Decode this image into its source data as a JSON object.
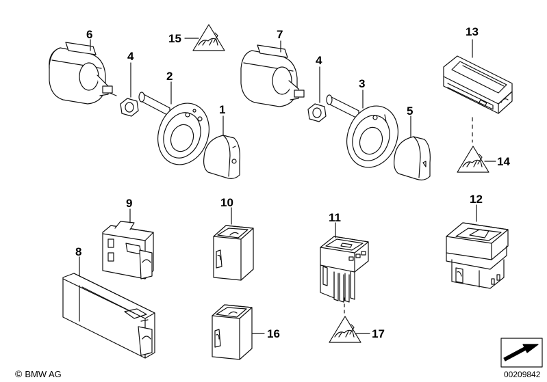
{
  "callouts": [
    "1",
    "2",
    "3",
    "4",
    "4",
    "5",
    "6",
    "7",
    "8",
    "9",
    "10",
    "11",
    "12",
    "13",
    "14",
    "15",
    "16",
    "17"
  ],
  "footer": {
    "copyright_symbol": "©",
    "brand": "BMW AG",
    "document_number": "00209842"
  },
  "icons": [
    "warning-triangle-icon",
    "arrow-box-icon"
  ]
}
